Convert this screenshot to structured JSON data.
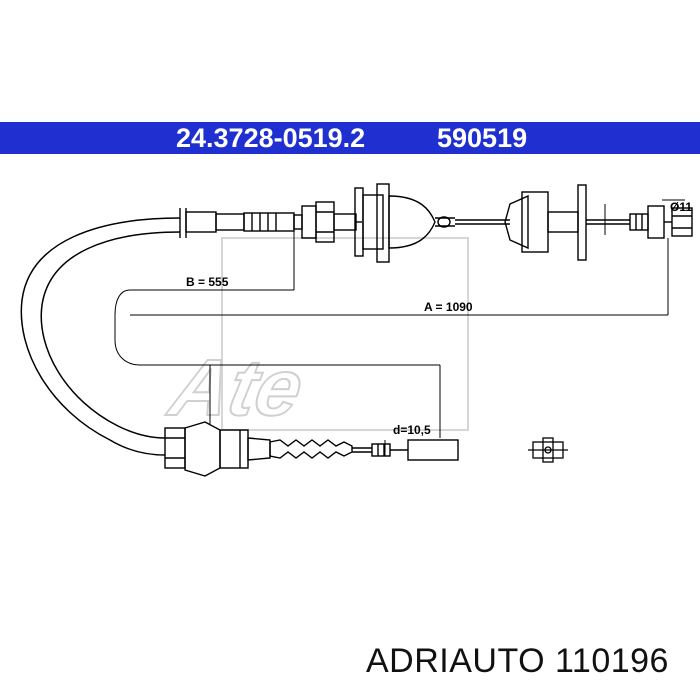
{
  "header": {
    "part_number": "24.3728-0519.2",
    "ref_number": "590519"
  },
  "dimensions": {
    "b_label": "B = 555",
    "a_label": "A = 1090",
    "d_label": "d=10,5",
    "diameter_label": "Ø11"
  },
  "watermark": {
    "brand": "Ate"
  },
  "footer": {
    "brand": "ADRIAUTO",
    "code": "110196"
  },
  "colors": {
    "banner": "#1f2fd0",
    "banner_text": "#ffffff",
    "watermark": "#d8d8d8"
  }
}
